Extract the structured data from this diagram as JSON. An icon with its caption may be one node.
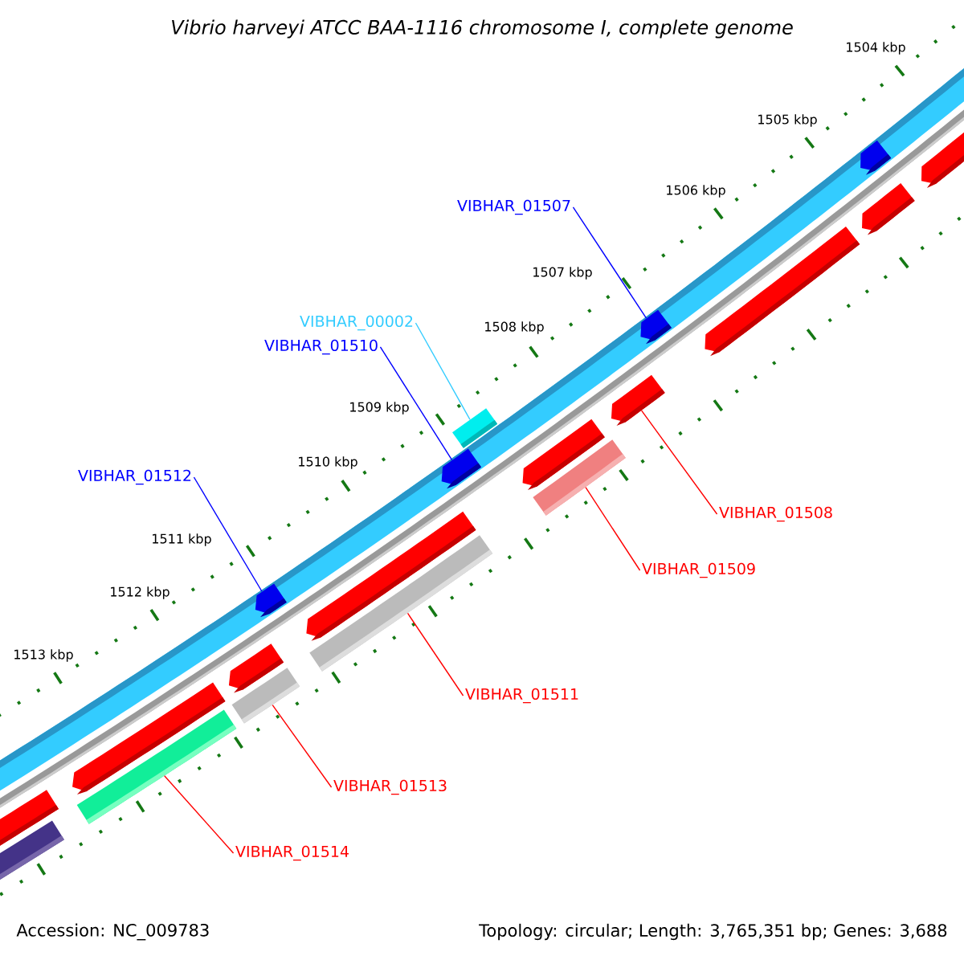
{
  "diagram": {
    "title": "Vibrio harveyi ATCC BAA-1116 chromosome I, complete genome",
    "nodes": [
      {
        "text": [
          "VIBHAR_01507"
        ]
      },
      {
        "text": [
          "VIBHAR_00002"
        ]
      },
      {
        "text": [
          "VIBHAR_01510"
        ]
      },
      {
        "text": [
          "VIBHAR_01512"
        ]
      },
      {
        "text": [
          "VIBHAR_01508"
        ]
      },
      {
        "text": [
          "VIBHAR_01509"
        ]
      },
      {
        "text": [
          "VIBHAR_01511"
        ]
      },
      {
        "text": [
          "VIBHAR_01513"
        ]
      },
      {
        "text": [
          "VIBHAR_01514"
        ]
      },
      {
        "text": [],
        "shape": "arrow"
      },
      {
        "text": [],
        "shape": "arrow"
      },
      {
        "text": [],
        "shape": "arrow"
      },
      {
        "text": [],
        "shape": "arrow"
      },
      {
        "text": [],
        "shape": "arrow"
      },
      {
        "text": [],
        "shape": "arrow"
      },
      {
        "text": [],
        "shape": "bar"
      },
      {
        "text": [],
        "shape": "arrow"
      },
      {
        "text": [],
        "shape": "arrow"
      },
      {
        "text": [],
        "shape": "bar"
      },
      {
        "text": [],
        "shape": "arrow"
      },
      {
        "text": [],
        "shape": "bar"
      },
      {
        "text": [],
        "shape": "arrow"
      },
      {
        "text": [],
        "shape": "arrow"
      },
      {
        "text": [],
        "shape": "bar"
      },
      {
        "text": [],
        "shape": "arrow"
      },
      {
        "text": [],
        "shape": "bar"
      },
      {
        "text": [],
        "shape": "arrow"
      },
      {
        "text": [],
        "shape": "bar"
      }
    ],
    "edges": [
      {
        "from": 0,
        "to": 13,
        "arrow": "none",
        "color": "#0000ff"
      },
      {
        "from": 1,
        "to": 15,
        "arrow": "none",
        "color": "#33ccff"
      },
      {
        "from": 2,
        "to": 17,
        "arrow": "none",
        "color": "#0000ff"
      },
      {
        "from": 3,
        "to": 21,
        "arrow": "none",
        "color": "#0000ff"
      },
      {
        "from": 4,
        "to": 14,
        "arrow": "none"
      },
      {
        "from": 5,
        "to": 18,
        "arrow": "none"
      },
      {
        "from": 6,
        "to": 20,
        "arrow": "none"
      },
      {
        "from": 7,
        "to": 23,
        "arrow": "none"
      },
      {
        "from": 8,
        "to": 25,
        "arrow": "none"
      }
    ],
    "labels": [
      "1504 kbp",
      "1505 kbp",
      "1506 kbp",
      "1507 kbp",
      "1508 kbp",
      "1509 kbp",
      "1510 kbp",
      "1511 kbp",
      "1512 kbp",
      "1513 kbp",
      "Accession: NC_009783",
      "Topology: circular; Length: 3,765,351 bp; Genes: 3,688"
    ]
  }
}
